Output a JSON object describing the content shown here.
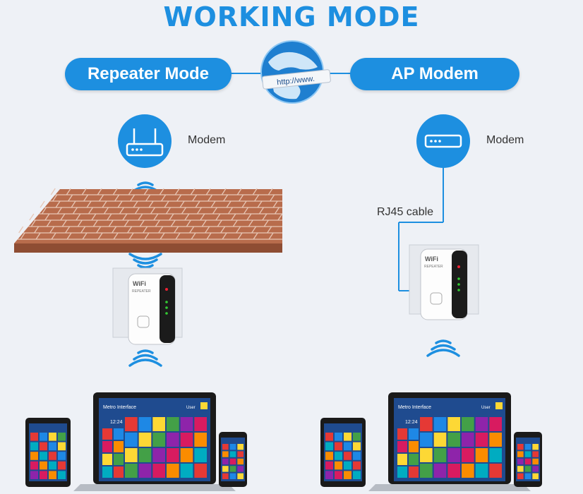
{
  "title": "WORKING MODE",
  "globe_text": "http://www.",
  "left": {
    "mode_label": "Repeater Mode",
    "modem_label": "Modem"
  },
  "right": {
    "mode_label": "AP Modem",
    "modem_label": "Modem",
    "cable_label": "RJ45 cable"
  },
  "device": {
    "brand": "WiFi",
    "subtitle": "REPEATER"
  },
  "laptop_screen": {
    "header": "Metro Interface",
    "user": "User",
    "clock": "12:24"
  },
  "colors": {
    "accent": "#1d8fe0",
    "brick": "#b5684a",
    "background": "#eef1f6"
  }
}
